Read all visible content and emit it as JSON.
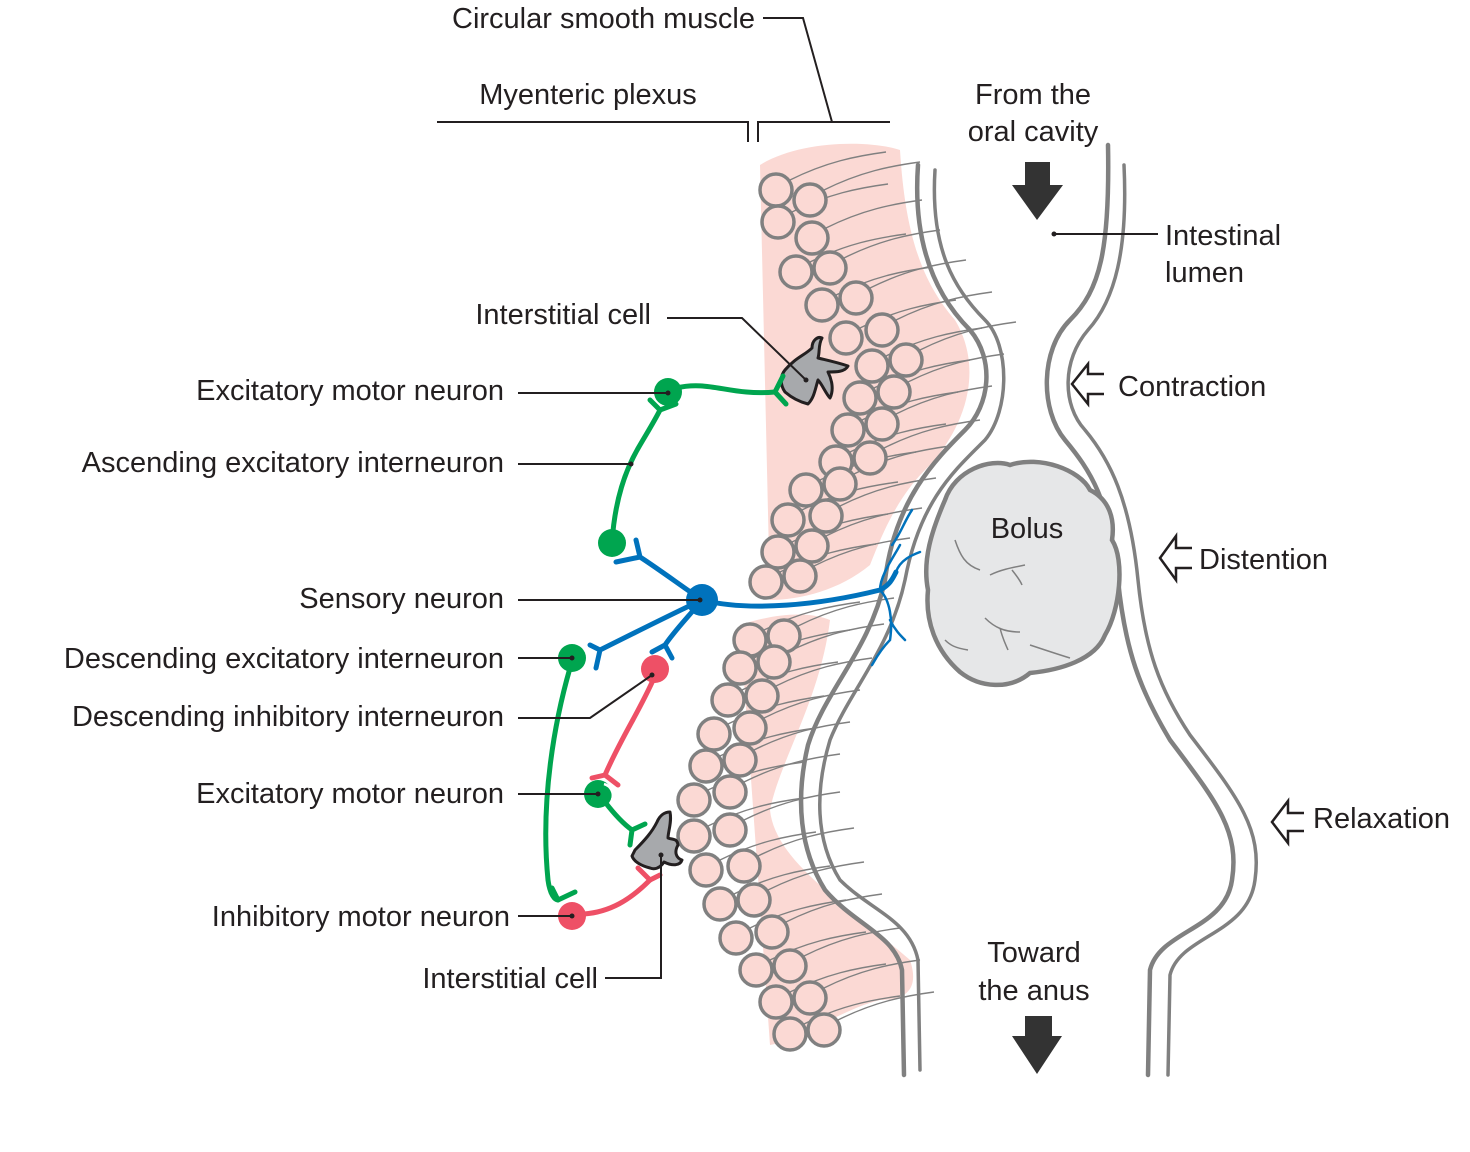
{
  "colors": {
    "excitatory": "#00a54f",
    "sensory": "#0072bc",
    "inhibitory": "#ee5066",
    "interstitial_cell": "#a7a9ac",
    "muscle": "#fbd9d4",
    "wall": "#808080",
    "bolus": "#e6e7e8",
    "text": "#231f20"
  },
  "labels": {
    "circular_smooth_muscle": "Circular smooth muscle",
    "myenteric_plexus": "Myenteric plexus",
    "from_oral_1": "From the",
    "from_oral_2": "oral cavity",
    "intestinal_lumen_1": "Intestinal",
    "intestinal_lumen_2": "lumen",
    "interstitial_cell_top": "Interstitial cell",
    "excitatory_motor_top": "Excitatory motor neuron",
    "ascending_excitatory": "Ascending excitatory interneuron",
    "contraction": "Contraction",
    "bolus": "Bolus",
    "distention": "Distention",
    "sensory_neuron": "Sensory neuron",
    "descending_excitatory": "Descending excitatory interneuron",
    "descending_inhibitory": "Descending inhibitory interneuron",
    "excitatory_motor_bottom": "Excitatory motor neuron",
    "relaxation": "Relaxation",
    "inhibitory_motor": "Inhibitory motor neuron",
    "interstitial_cell_bottom": "Interstitial cell",
    "toward_anus_1": "Toward",
    "toward_anus_2": "the anus"
  },
  "icons": {
    "flow_in": "down-arrow-icon",
    "flow_out": "down-arrow-icon",
    "contraction": "open-left-arrow-icon",
    "distention": "open-left-arrow-icon",
    "relaxation": "open-left-arrow-icon"
  }
}
